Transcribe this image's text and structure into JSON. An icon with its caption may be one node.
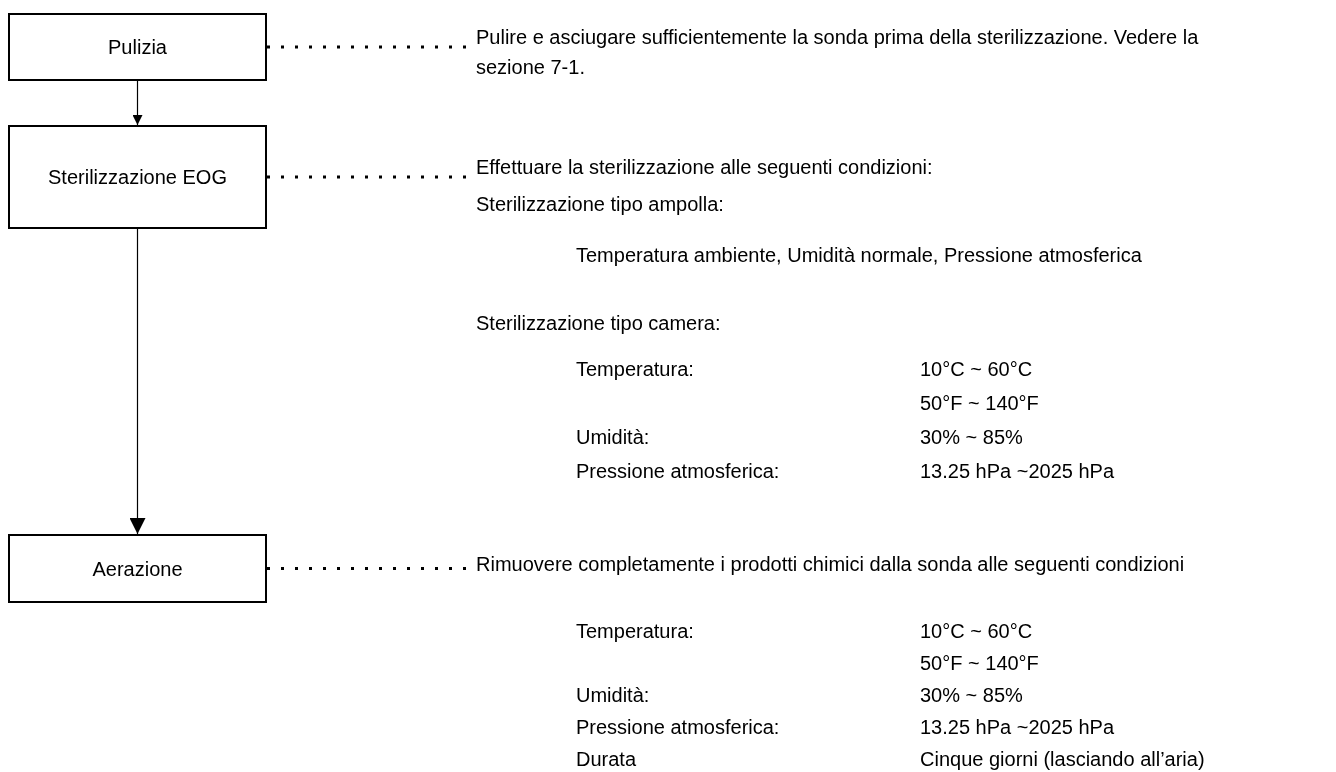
{
  "diagram": {
    "nodes": [
      {
        "text": [
          "Pulizia"
        ]
      },
      {
        "text": [
          "Sterilizzazione EOG"
        ]
      },
      {
        "text": [
          "Aerazione"
        ]
      },
      {
        "text": [
          "Pulire e asciugare sufficientemente la sonda prima della sterilizzazione. Vedere la sezione 7-1."
        ]
      },
      {
        "text": [
          "Effettuare la sterilizzazione alle seguenti condizioni:"
        ]
      },
      {
        "text": [
          "Rimuovere completamente i prodotti chimici dalla sonda alle seguenti condizioni"
        ]
      }
    ],
    "edges": [
      {
        "from": 0,
        "to": 1,
        "arrow": "to"
      },
      {
        "from": 1,
        "to": 2,
        "arrow": "to"
      },
      {
        "from": 0,
        "to": 3,
        "arrow": "none",
        "style": "dashed"
      },
      {
        "from": 1,
        "to": 4,
        "arrow": "none",
        "style": "dashed"
      },
      {
        "from": 2,
        "to": 5,
        "arrow": "none",
        "style": "dashed"
      }
    ],
    "labels": [
      "Sterilizzazione tipo ampolla:",
      "Temperatura ambiente, Umidità normale, Pressione atmosferica",
      "Sterilizzazione tipo camera:",
      "Temperatura:",
      "10°C ~ 60°C",
      "50°F ~ 140°F",
      "Umidità:",
      "30% ~ 85%",
      "Pressione atmosferica:",
      "13.25 hPa ~2025 hPa",
      "Temperatura:",
      "10°C ~ 60°C",
      "50°F ~ 140°F",
      "Umidità:",
      "30% ~ 85%",
      "Pressione atmosferica:",
      "13.25 hPa ~2025 hPa",
      "Durata",
      "Cinque giorni (lasciando all’aria)"
    ]
  }
}
